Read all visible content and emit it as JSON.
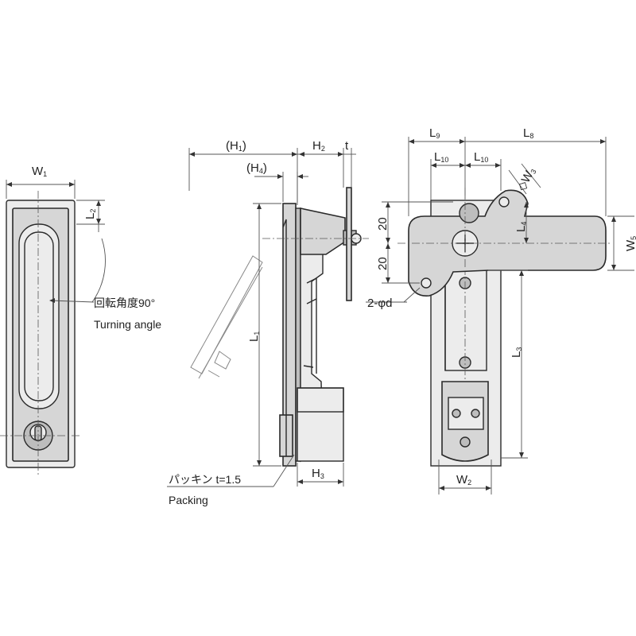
{
  "labels": {
    "w1": "W",
    "w1_sub": "1",
    "l2": "L",
    "l2_sub": "2",
    "turning_jp": "回転角度90°",
    "turning_en": "Turning angle",
    "h1_open": "(H",
    "h1_sub": "1",
    "h1_close": ")",
    "h2": "H",
    "h2_sub": "2",
    "t": "t",
    "h4_open": "(H",
    "h4_sub": "4",
    "h4_close": ")",
    "l1": "L",
    "l1_sub": "1",
    "h3": "H",
    "h3_sub": "3",
    "packing_jp": "パッキン t=1.5",
    "packing_en": "Packing",
    "l9": "L",
    "l9_sub": "9",
    "l8": "L",
    "l8_sub": "8",
    "l10a": "L",
    "l10a_sub": "10",
    "l10b": "L",
    "l10b_sub": "10",
    "w3": "◇W",
    "w3_sub": "3",
    "dim_20_top": "20",
    "dim_20_bottom": "20",
    "l4": "L",
    "l4_sub": "4",
    "w5": "W",
    "w5_sub": "5",
    "hole": "2-φd",
    "l3": "L",
    "l3_sub": "3",
    "w2": "W",
    "w2_sub": "2"
  }
}
